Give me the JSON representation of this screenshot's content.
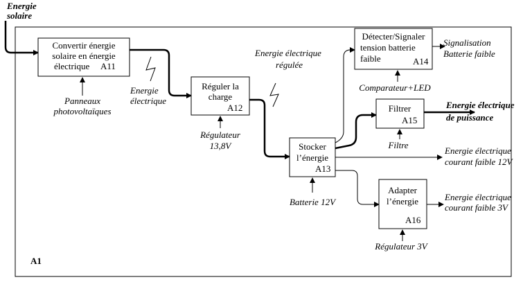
{
  "title_input": {
    "line1": "Energie",
    "line2": "solaire"
  },
  "frame_label": "A1",
  "blocks": {
    "a11": {
      "line1": "Convertir énergie",
      "line2": "solaire en énergie",
      "line3": "électrique",
      "code": "A11"
    },
    "a12": {
      "line1": "Réguler la",
      "line2": "charge",
      "code": "A12"
    },
    "a13": {
      "line1": "Stocker",
      "line2": "l’énergie",
      "code": "A13"
    },
    "a14": {
      "line1": "Détecter/Signaler",
      "line2": "tension batterie",
      "line3": "faible",
      "code": "A14"
    },
    "a15": {
      "line1": "Filtrer",
      "code": "A15"
    },
    "a16": {
      "line1": "Adapter",
      "line2": "l’énergie",
      "code": "A16"
    }
  },
  "mechanisms": {
    "a11": {
      "line1": "Panneaux",
      "line2": "photovoltaïques"
    },
    "a12": {
      "line1": "Régulateur",
      "line2": "13,8V"
    },
    "a13": {
      "line1": "Batterie 12V"
    },
    "a14": {
      "line1": "Comparateur+LED"
    },
    "a15": {
      "line1": "Filtre"
    },
    "a16": {
      "line1": "Régulateur 3V"
    }
  },
  "flows": {
    "elec": {
      "line1": "Energie",
      "line2": "électrique"
    },
    "regulated": {
      "line1": "Energie électrique",
      "line2": "régulée"
    }
  },
  "outputs": {
    "signal": {
      "line1": "Signalisation",
      "line2": "Batterie faible"
    },
    "power": {
      "line1": "Energie électrique",
      "line2": "de puissance"
    },
    "out12": {
      "line1": "Energie électrique",
      "line2": "courant faible 12V"
    },
    "out3": {
      "line1": "Energie électrique",
      "line2": "courant faible 3V"
    }
  }
}
